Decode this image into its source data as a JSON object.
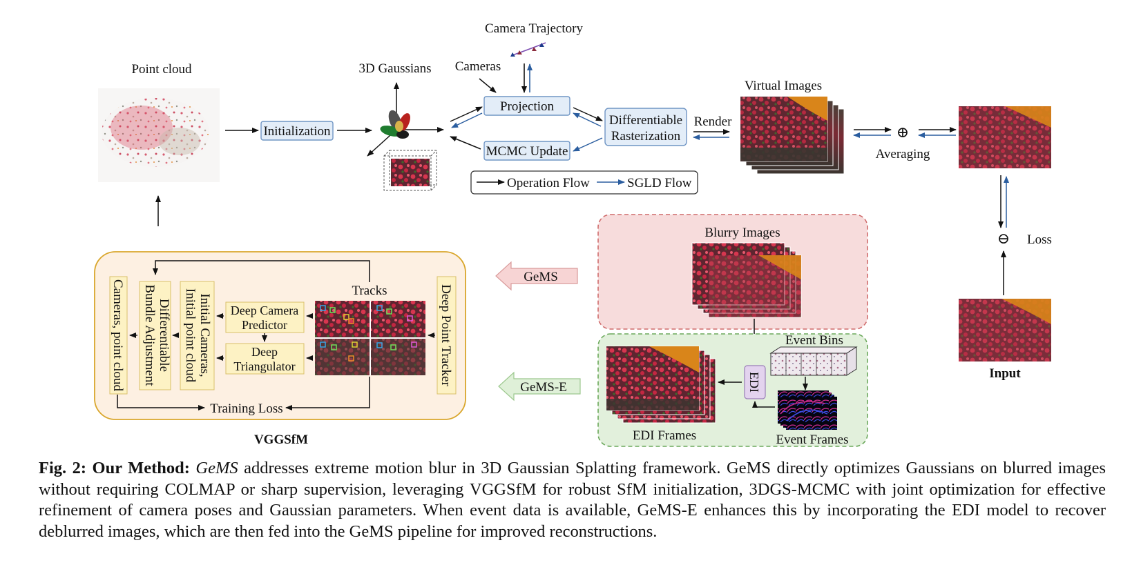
{
  "figure": {
    "point_cloud_label": "Point cloud",
    "initialization": "Initialization",
    "gaussians_label": "3D Gaussians",
    "camera_trajectory": "Camera Trajectory",
    "cameras": "Cameras",
    "projection": "Projection",
    "mcmc_update": "MCMC Update",
    "diff_raster_line1": "Differentiable",
    "diff_raster_line2": "Rasterization",
    "render": "Render",
    "virtual_images": "Virtual Images",
    "averaging": "Averaging",
    "loss": "Loss",
    "input": "Input",
    "legend_operation": "Operation Flow",
    "legend_sgld": "SGLD Flow",
    "blurry_images": "Blurry Images",
    "event_bins": "Event Bins",
    "edi": "EDI",
    "edi_frames": "EDI Frames",
    "event_frames": "Event Frames",
    "gems_arrow": "GeMS",
    "gems_e_arrow": "GeMS-E",
    "vggsfm_title": "VGGSfM",
    "tracks": "Tracks",
    "deep_point_tracker": "Deep Point Tracker",
    "deep_camera_line1": "Deep Camera",
    "deep_camera_line2": "Predictor",
    "deep_tri_line1": "Deep",
    "deep_tri_line2": "Triangulator",
    "initial_line1": "Initial Cameras,",
    "initial_line2": "Initial point cloud",
    "bundle_line1": "Differentiable",
    "bundle_line2": "Bundle Adjustment",
    "cameras_point_cloud": "Cameras, point cloud",
    "training_loss": "Training Loss",
    "colors": {
      "black_arrow": "#111111",
      "sgld_arrow": "#2a5d9f",
      "blue_box_fill": "#e3edf8",
      "blue_box_stroke": "#6f95c4",
      "vggsfm_fill": "#fdf0e2",
      "vggsfm_stroke": "#d9a62b",
      "yellow_box_fill": "#fdf2c4",
      "red_region_fill": "#f7dcdc",
      "red_region_stroke": "#cf6b6b",
      "green_region_fill": "#e2f0dc",
      "green_region_stroke": "#6aa85a",
      "edi_fill": "#e3d3ee",
      "gems_arrow_fill": "#f7d4d4",
      "gems_e_arrow_fill": "#dff0d8"
    }
  },
  "caption": {
    "label": "Fig. 2: Our Method:",
    "method": "GeMS",
    "text": "addresses extreme motion blur in 3D Gaussian Splatting framework. GeMS directly optimizes Gaussians on blurred images without requiring COLMAP or sharp supervision, leveraging VGGSfM for robust SfM initialization, 3DGS-MCMC with joint optimization for effective refinement of camera poses and Gaussian parameters. When event data is available, GeMS-E enhances this by incorporating the EDI model to recover deblurred images, which are then fed into the GeMS pipeline for improved reconstructions."
  }
}
